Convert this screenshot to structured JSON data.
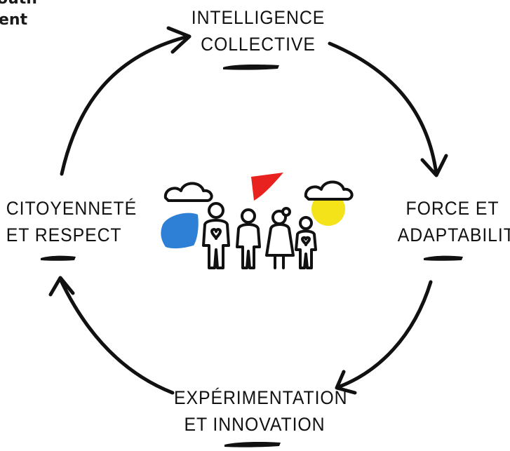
{
  "corner_text": [
    "outh",
    "ent"
  ],
  "nodes": {
    "top": [
      "INTELLIGENCE",
      "COLLECTIVE"
    ],
    "right": [
      "FORCE ET",
      "ADAPTABILITÉ"
    ],
    "bottom": [
      "EXPÉRIMENTATION",
      "ET INNOVATION"
    ],
    "left": [
      "CITOYENNETÉ",
      "ET RESPECT"
    ]
  },
  "colors": {
    "ink": "#111111",
    "red": "#e8231f",
    "blue": "#2e7fd6",
    "yellow": "#f5e31a"
  }
}
